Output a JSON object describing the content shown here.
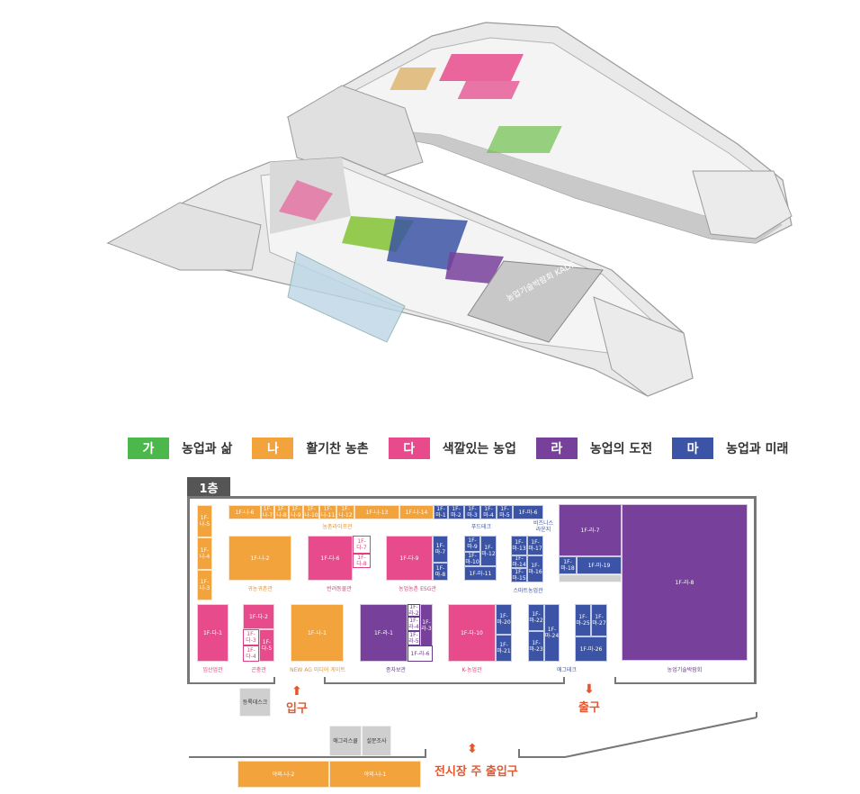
{
  "legend": [
    {
      "badge": "가",
      "label": "농업과 삶",
      "color": "#4cb84c"
    },
    {
      "badge": "나",
      "label": "활기찬 농촌",
      "color": "#f3a33b"
    },
    {
      "badge": "다",
      "label": "색깔있는 농업",
      "color": "#e84b8c"
    },
    {
      "badge": "라",
      "label": "농업의 도전",
      "color": "#77409a"
    },
    {
      "badge": "마",
      "label": "농업과 미래",
      "color": "#3b54a5"
    }
  ],
  "render": {
    "hall_sign": "농업기술박람회 KADE"
  },
  "floor": {
    "name": "1층"
  },
  "booths": {
    "na6": "1F-나-6",
    "na7": "1F-나-7",
    "na8": "1F-나-8",
    "na9": "1F-나-9",
    "na10": "1F-나-10",
    "na11": "1F-나-11",
    "na12": "1F-나-12",
    "na13": "1F-나-13",
    "na14": "1F-나-14",
    "ma1": "1F-마-1",
    "ma2": "1F-마-2",
    "ma3": "1F-마-3",
    "ma4": "1F-마-4",
    "ma5": "1F-마-5",
    "ma6": "1F-마-6",
    "na5": "1F-나-5",
    "na4": "1F-나-4",
    "na3": "1F-나-3",
    "na2": "1F-나-2",
    "na1": "1F-나-1",
    "da6": "1F-다-6",
    "da7": "1F-다-7",
    "da8": "1F-다-8",
    "da9": "1F-다-9",
    "ma7": "1F-마-7",
    "ma8": "1F-마-8",
    "ma9": "1F-마-9",
    "ma10": "1F-마-10",
    "ma11": "1F-마-11",
    "ma12": "1F-마-12",
    "ma13": "1F-마-13",
    "ma14": "1F-마-14",
    "ma15": "1F-마-15",
    "ma16": "1F-마-16",
    "ma17": "1F-마-17",
    "ra7": "1F-라-7",
    "ma18": "1F-마-18",
    "ma19": "1F-마-19",
    "ra8": "1F-라-8",
    "da1": "1F-다-1",
    "da2": "1F-다-2",
    "da3": "1F-다-3",
    "da4": "1F-다-4",
    "da5": "1F-다-5",
    "ra1": "1F-라-1",
    "ra2": "1F-라-2",
    "ra3": "1F-라-3",
    "ra4": "1F-라-4",
    "ra5": "1F-라-5",
    "ra6": "1F-라-6",
    "da10": "1F-다-10",
    "ma20": "1F-마-20",
    "ma21": "1F-마-21",
    "ma22": "1F-마-22",
    "ma23": "1F-마-23",
    "ma24": "1F-마-24",
    "ma25": "1F-마-25",
    "ma26": "1F-마-26",
    "ma27": "1F-마-27",
    "outside2": "야외-나-2",
    "outside1": "야외-나-1"
  },
  "zones": {
    "farm_life": "농촌라이프관",
    "food_tech": "푸드테크",
    "business_lounge": "비즈니스\n라운지",
    "smart_farm": "스마트농업관",
    "return_farm": "귀농귀촌관",
    "functional_food": "반려동물관",
    "agri_esg": "농업농촌 ESG관",
    "special_crop": "임산업관",
    "green": "곤충관",
    "new_ag": "NEW AG 미디어 게이트",
    "seed": "종자보관",
    "k_agri": "K-농업관",
    "agtech": "애그테크",
    "agri_expo": "농업기술박람회"
  },
  "facilities": {
    "registration": "등록데스크",
    "agrismart": "애그리스쿨",
    "survey": "설문조사"
  },
  "markers": {
    "entrance": "입구",
    "exit": "출구",
    "main_entrance": "전시장 주 출입구"
  }
}
